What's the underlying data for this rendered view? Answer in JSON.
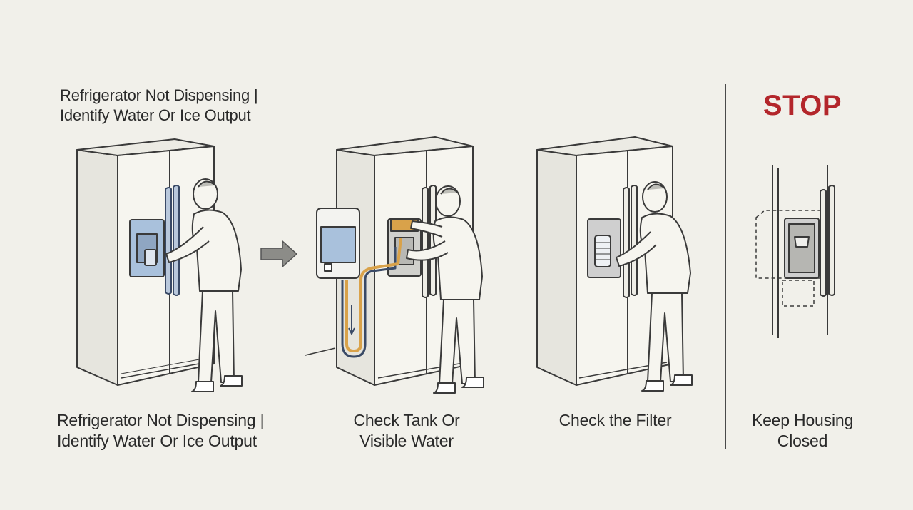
{
  "header": {
    "line1": "Refrigerator Not Dispensing |",
    "line2": "Identify Water Or Ice Output"
  },
  "steps": [
    {
      "line1": "Refrigerator Not Dispensing |",
      "line2": "Identify Water Or Ice Output"
    },
    {
      "line1": "Check Tank Or",
      "line2": "Visible Water"
    },
    {
      "line1": "Check the Filter",
      "line2": ""
    },
    {
      "line1": "Keep Housing",
      "line2": "Closed"
    }
  ],
  "warning": {
    "label": "STOP",
    "color": "#b3262b"
  },
  "colors": {
    "background": "#f1f0ea",
    "line": "#3a3a3a",
    "water_blue": "#a9c1dc",
    "tube_orange": "#d9a24a",
    "panel_grey": "#cfcfcf"
  },
  "icons": [
    "arrow-right-icon",
    "water-tank-icon",
    "water-filter-icon"
  ]
}
